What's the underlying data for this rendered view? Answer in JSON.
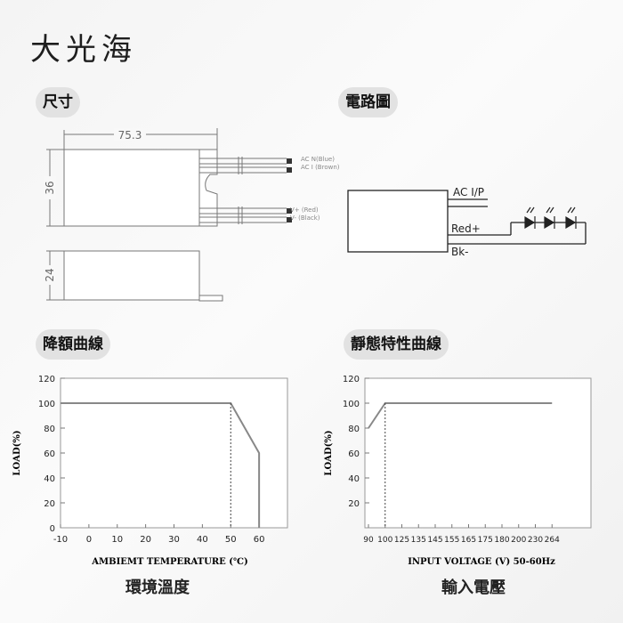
{
  "brand": "大光海",
  "sections": {
    "dimensions": "尺寸",
    "circuit": "電路圖",
    "derating": "降額曲線",
    "static": "靜態特性曲線"
  },
  "dimension_drawing": {
    "length": "75.3",
    "height": "36",
    "depth": "24",
    "wires": [
      "AC N(Blue)",
      "AC I (Brown)",
      "V+ (Red)",
      "V- (Black)"
    ]
  },
  "circuit_diagram": {
    "input_label": "AC I/P",
    "positive_label": "Red+",
    "negative_label": "Bk-"
  },
  "chart_data": [
    {
      "type": "line",
      "title": "",
      "xlabel": "AMBIEMT TEMPERATURE (℃)",
      "ylabel": "LOAD(%)",
      "caption": "環境溫度",
      "x_ticks": [
        -10,
        0,
        10,
        20,
        30,
        40,
        50,
        60
      ],
      "y_ticks": [
        0,
        20,
        40,
        60,
        80,
        100,
        120
      ],
      "xlim": [
        -10,
        70
      ],
      "ylim": [
        0,
        120
      ],
      "series": [
        {
          "x": [
            -10,
            50,
            60,
            60
          ],
          "y": [
            100,
            100,
            60,
            0
          ]
        }
      ],
      "reference_line_x": 50
    },
    {
      "type": "line",
      "title": "",
      "xlabel": "INPUT VOLTAGE (V) 50-60Hz",
      "ylabel": "LOAD(%)",
      "caption": "輸入電壓",
      "x_ticks": [
        90,
        100,
        125,
        135,
        145,
        155,
        165,
        175,
        180,
        200,
        230,
        264
      ],
      "y_ticks": [
        20,
        40,
        60,
        80,
        100,
        120
      ],
      "ylim": [
        0,
        120
      ],
      "series": [
        {
          "x": [
            90,
            100,
            264
          ],
          "y": [
            80,
            100,
            100
          ]
        }
      ],
      "reference_line_x": 100
    }
  ]
}
